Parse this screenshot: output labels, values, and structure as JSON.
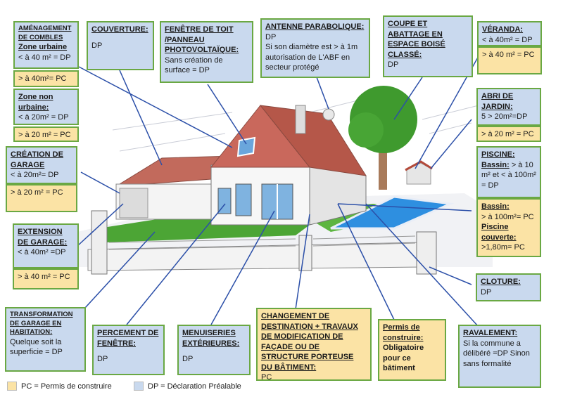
{
  "combles": {
    "title": "AMÉNAGEMENT DE COMBLES",
    "zone_urbaine": "Zone urbaine",
    "urbaine_dp": "< à 40 m² = DP",
    "urbaine_pc": "> à 40m²= PC",
    "zone_non_urbaine": "Zone non urbaine:",
    "non_urbaine_dp": "< à 20m² = DP",
    "non_urbaine_pc": "> à 20 m² = PC"
  },
  "couverture": {
    "title": "COUVERTURE:",
    "value": "DP"
  },
  "fenetre_toit": {
    "title": "FENÊTRE DE TOIT /PANNEAU PHOTOVOLTAÏQUE:",
    "value": "Sans création de surface = DP"
  },
  "antenne": {
    "title": "ANTENNE PARABOLIQUE:",
    "value": "DP",
    "detail": "Si son diamètre est > à 1m autorisation de L'ABF en secteur protégé"
  },
  "coupe": {
    "title": "COUPE ET ABATTAGE EN ESPACE BOISÉ CLASSÉ:",
    "value": "DP"
  },
  "veranda": {
    "title": "VÉRANDA:",
    "dp": "< à 40m² = DP",
    "pc": "> à 40 m² = PC"
  },
  "abri": {
    "title": "ABRI DE JARDIN:",
    "dp": "5 > 20m²=DP",
    "pc": "> à 20 m² = PC"
  },
  "garage_creation": {
    "title": "CRÉATION DE GARAGE",
    "dp": "< à 20m²= DP",
    "pc": "> à 20 m² = PC"
  },
  "piscine": {
    "title": "PISCINE:",
    "bassin_label": "Bassin:",
    "bassin_dp": "> à 10 m² et < à 100m² = DP",
    "bassin2_label": "Bassin:",
    "bassin2_pc": "> à 100m²= PC",
    "couverte_label": "Piscine couverte:",
    "couverte_value": ">1,80m= PC"
  },
  "extension": {
    "title": "EXTENSION DE GARAGE:",
    "dp": "< à 40m² =DP",
    "pc": "> à 40 m² = PC"
  },
  "cloture": {
    "title": "CLOTURE:",
    "value": "DP"
  },
  "transformation": {
    "title": "TRANSFORMATION DE GARAGE EN HABITATION:",
    "value": "Quelque soit la superficie = DP"
  },
  "percement": {
    "title": "PERCEMENT DE FENÊTRE:",
    "value": "DP"
  },
  "menuiseries": {
    "title": "MENUISERIES EXTÉRIEURES:",
    "value": "DP"
  },
  "changement": {
    "title": "CHANGEMENT DE DESTINATION + TRAVAUX DE MODIFICATION DE FAÇADE OU DE STRUCTURE PORTEUSE DU BÂTIMENT:",
    "value": "PC"
  },
  "permis": {
    "title": "Permis de construire:",
    "value": "Obligatoire pour ce bâtiment"
  },
  "ravalement": {
    "title": "RAVALEMENT:",
    "value": "Si la commune a délibéré =DP Sinon sans formalité"
  },
  "legend": {
    "pc": "PC = Permis de construire",
    "dp": "DP = Déclaration Préalable"
  },
  "colors": {
    "green_border": "#6aa843",
    "blue": "#c9d9ee",
    "yellow": "#fbe3a5",
    "connector": "#2b4fa8"
  }
}
